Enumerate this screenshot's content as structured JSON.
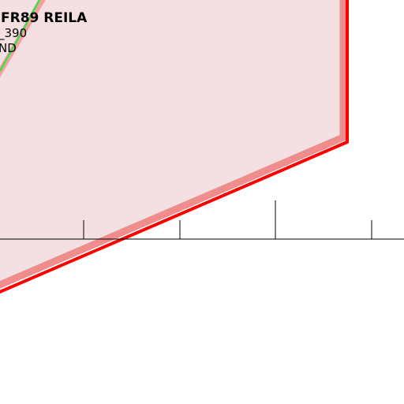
{
  "map": {
    "airspace": {
      "fill": "#f4e0e2",
      "border_color": "#ff0000",
      "halo_color": "#f08c8c"
    },
    "flight_label": {
      "callsign": "FR89 REILA",
      "line2": "_390",
      "line3": "ND"
    },
    "track": {
      "color": "#4ad94a",
      "highlight_color": "#f4a0a0"
    },
    "scale_bar": {
      "color": "#000000"
    }
  }
}
